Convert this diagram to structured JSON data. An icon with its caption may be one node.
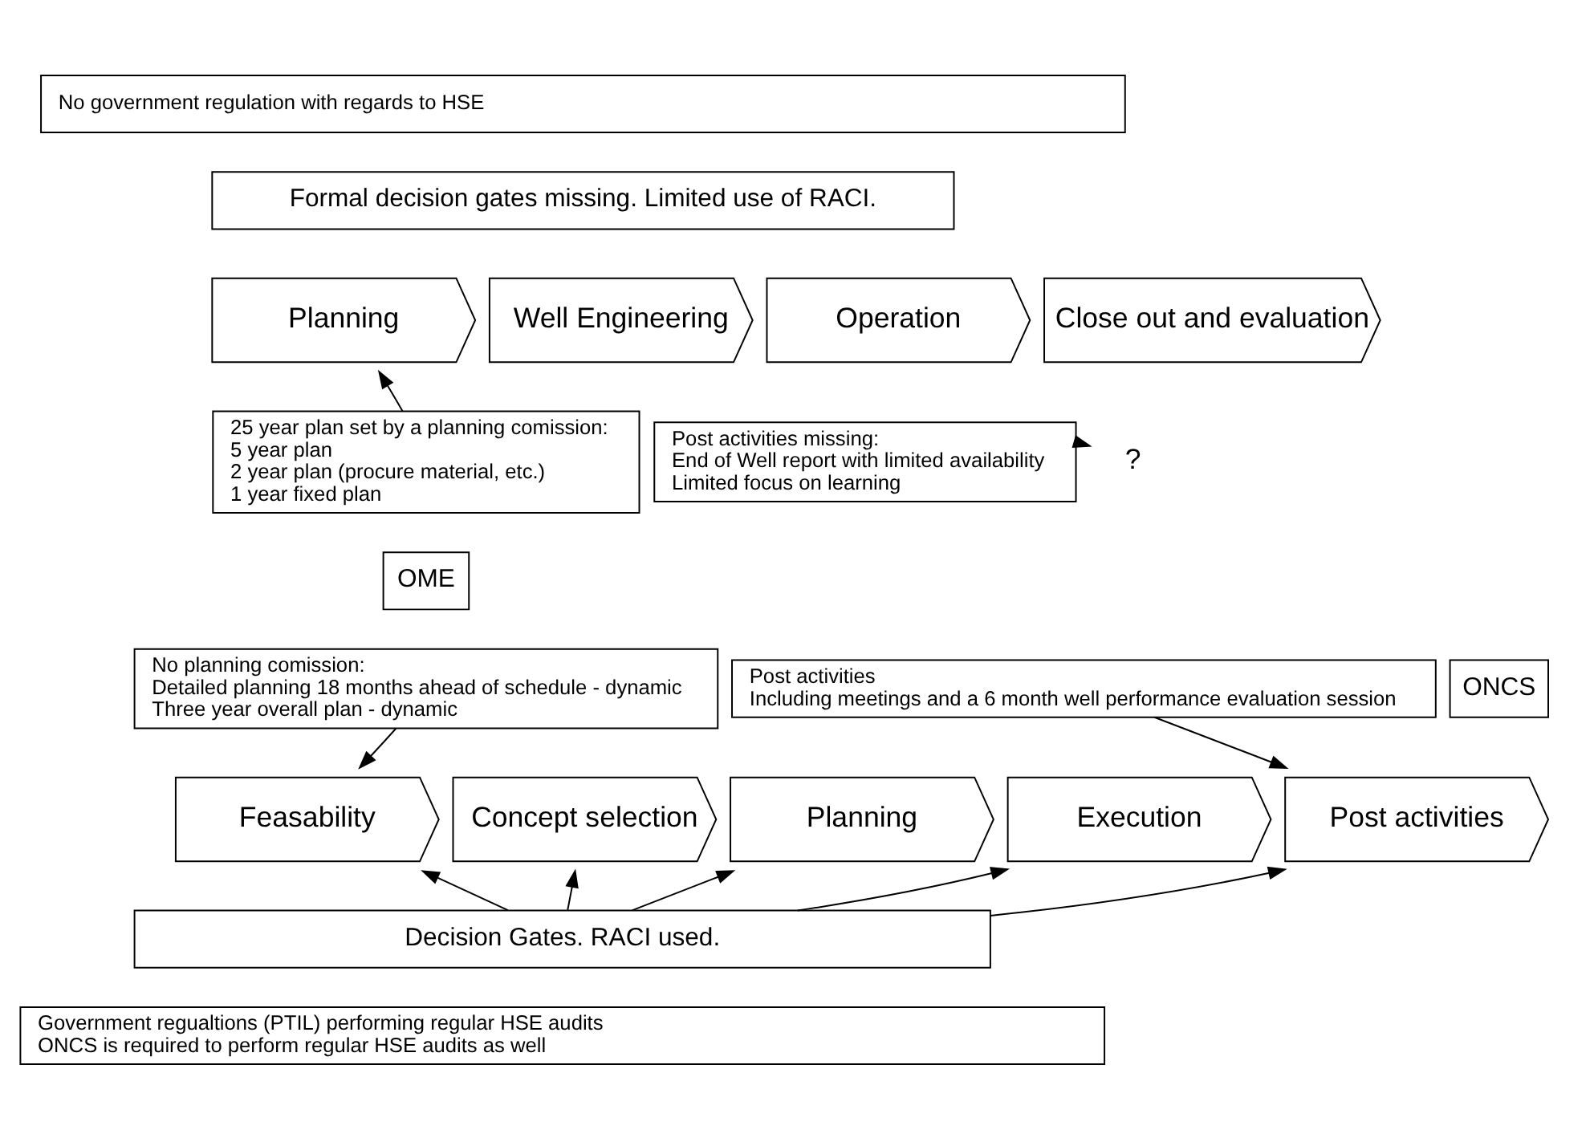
{
  "diagram": {
    "nodes": [
      {
        "text": [
          "No government regulation with regards to HSE"
        ]
      },
      {
        "text": [
          "Formal decision gates missing. Limited use of RACI."
        ]
      },
      {
        "text": [
          "Planning"
        ]
      },
      {
        "text": [
          "Well Engineering"
        ]
      },
      {
        "text": [
          "Operation"
        ]
      },
      {
        "text": [
          "Close out and evaluation"
        ]
      },
      {
        "text": [
          "25 year plan set by a planning comission:",
          "5 year plan",
          "2 year plan (procure material, etc.)",
          "1 year fixed plan"
        ]
      },
      {
        "text": [
          "Post activities missing:",
          "End of Well report with limited availability",
          "Limited focus on learning"
        ]
      },
      {
        "text": [
          "?"
        ]
      },
      {
        "text": [
          "OME"
        ]
      },
      {
        "text": [
          "ONCS"
        ]
      },
      {
        "text": [
          "No planning comission:",
          "Detailed planning 18 months ahead of schedule - dynamic",
          "Three year overall plan - dynamic"
        ]
      },
      {
        "text": [
          "Post activities",
          "Including meetings and a 6 month well performance evaluation session"
        ]
      },
      {
        "text": [
          "Feasability"
        ]
      },
      {
        "text": [
          "Concept selection"
        ]
      },
      {
        "text": [
          "Planning"
        ]
      },
      {
        "text": [
          "Execution"
        ]
      },
      {
        "text": [
          "Post activities"
        ]
      },
      {
        "text": [
          "Decision Gates. RACI used."
        ]
      },
      {
        "text": [
          "Government regualtions (PTIL) performing regular HSE audits",
          "ONCS is required to perform regular HSE audits as well"
        ]
      }
    ],
    "edges": [
      {
        "from": 6,
        "to": 2,
        "arrow": "to"
      },
      {
        "from": 7,
        "to": 8,
        "arrow": "to",
        "style": "dashed"
      },
      {
        "from": 11,
        "to": 13,
        "arrow": "to"
      },
      {
        "from": 12,
        "to": 17,
        "arrow": "to"
      },
      {
        "from": 18,
        "to": 13,
        "arrow": "to"
      },
      {
        "from": 18,
        "to": 14,
        "arrow": "to"
      },
      {
        "from": 18,
        "to": 15,
        "arrow": "to"
      },
      {
        "from": 18,
        "to": 16,
        "arrow": "to"
      },
      {
        "from": 18,
        "to": 17,
        "arrow": "to"
      }
    ]
  }
}
